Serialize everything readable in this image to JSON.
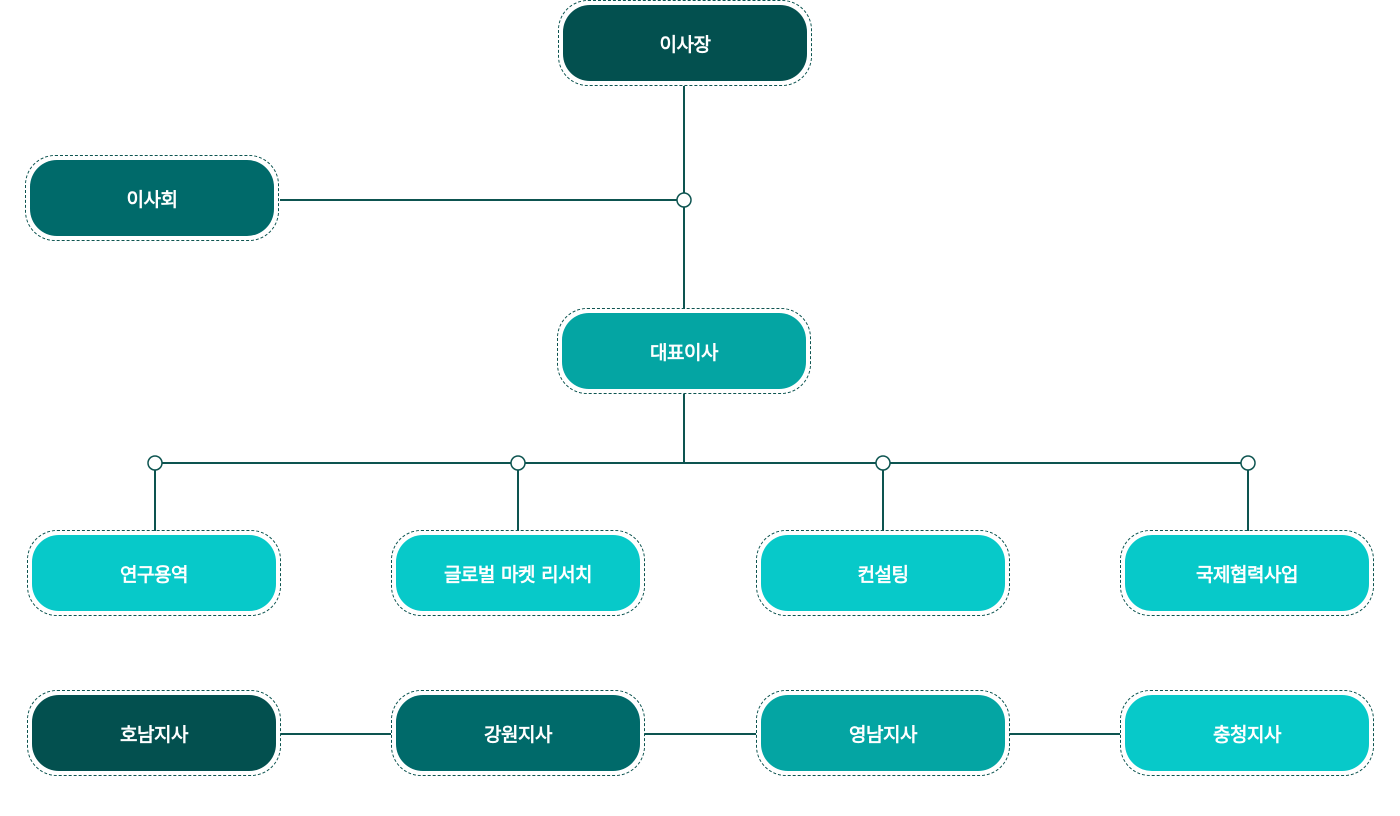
{
  "org": {
    "chairman": "이사장",
    "board": "이사회",
    "ceo": "대표이사",
    "divisions": [
      {
        "label": "연구용역"
      },
      {
        "label": "글로벌 마켓 리서치"
      },
      {
        "label": "컨설팅"
      },
      {
        "label": "국제협력사업"
      }
    ],
    "branches": [
      {
        "label": "호남지사"
      },
      {
        "label": "강원지사"
      },
      {
        "label": "영남지사"
      },
      {
        "label": "충청지사"
      }
    ]
  },
  "colors": {
    "darkest": "#03504f",
    "dark": "#006a6a",
    "medium": "#04a5a3",
    "light": "#07c9c9",
    "line": "#0d5450"
  }
}
